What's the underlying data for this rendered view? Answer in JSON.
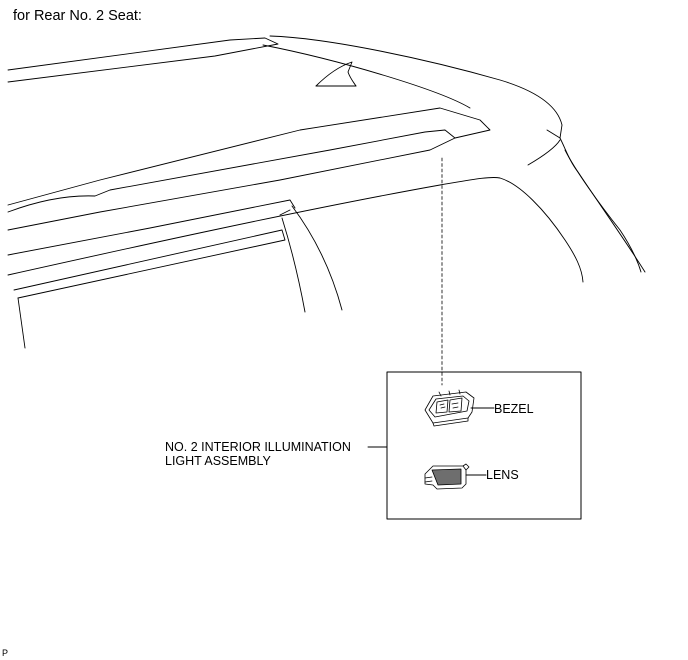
{
  "header": {
    "caption": "for Rear No. 2 Seat:"
  },
  "callouts": {
    "assembly_line1": "NO. 2 INTERIOR ILLUMINATION",
    "assembly_line2": "LIGHT ASSEMBLY",
    "bezel": "BEZEL",
    "lens": "LENS"
  },
  "footer": {
    "corner_mark": "P"
  }
}
